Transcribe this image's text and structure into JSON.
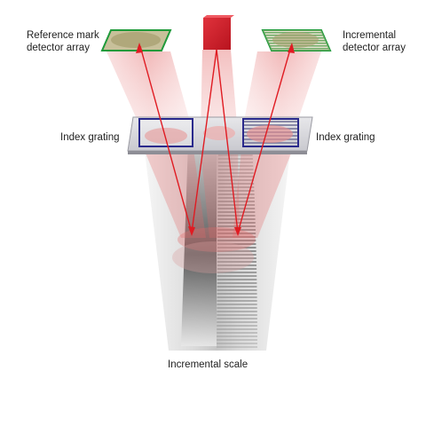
{
  "labels": {
    "ref_detector_line1": "Reference mark",
    "ref_detector_line2": "detector array",
    "inc_detector_line1": "Incremental",
    "inc_detector_line2": "detector array",
    "index_grating_left": "Index grating",
    "index_grating_right": "Index grating",
    "incremental_scale": "Incremental scale"
  },
  "colors": {
    "light_source": "#d8242e",
    "beam": "#e35a5a",
    "ray": "#e01b22",
    "detector_frame": "#1f9a3a",
    "detector_fill": "#b8b08a",
    "index_grating_frame": "#2a2a8c",
    "grating_plate": "#d7d7db",
    "scale": "#bfbfbf"
  },
  "elements": {
    "light_source": "red-square-light-source",
    "ref_detector": "reference-mark-detector-array",
    "inc_detector": "incremental-detector-array",
    "index_grating_plate": "index-grating-plate",
    "scale": "incremental-scale"
  }
}
